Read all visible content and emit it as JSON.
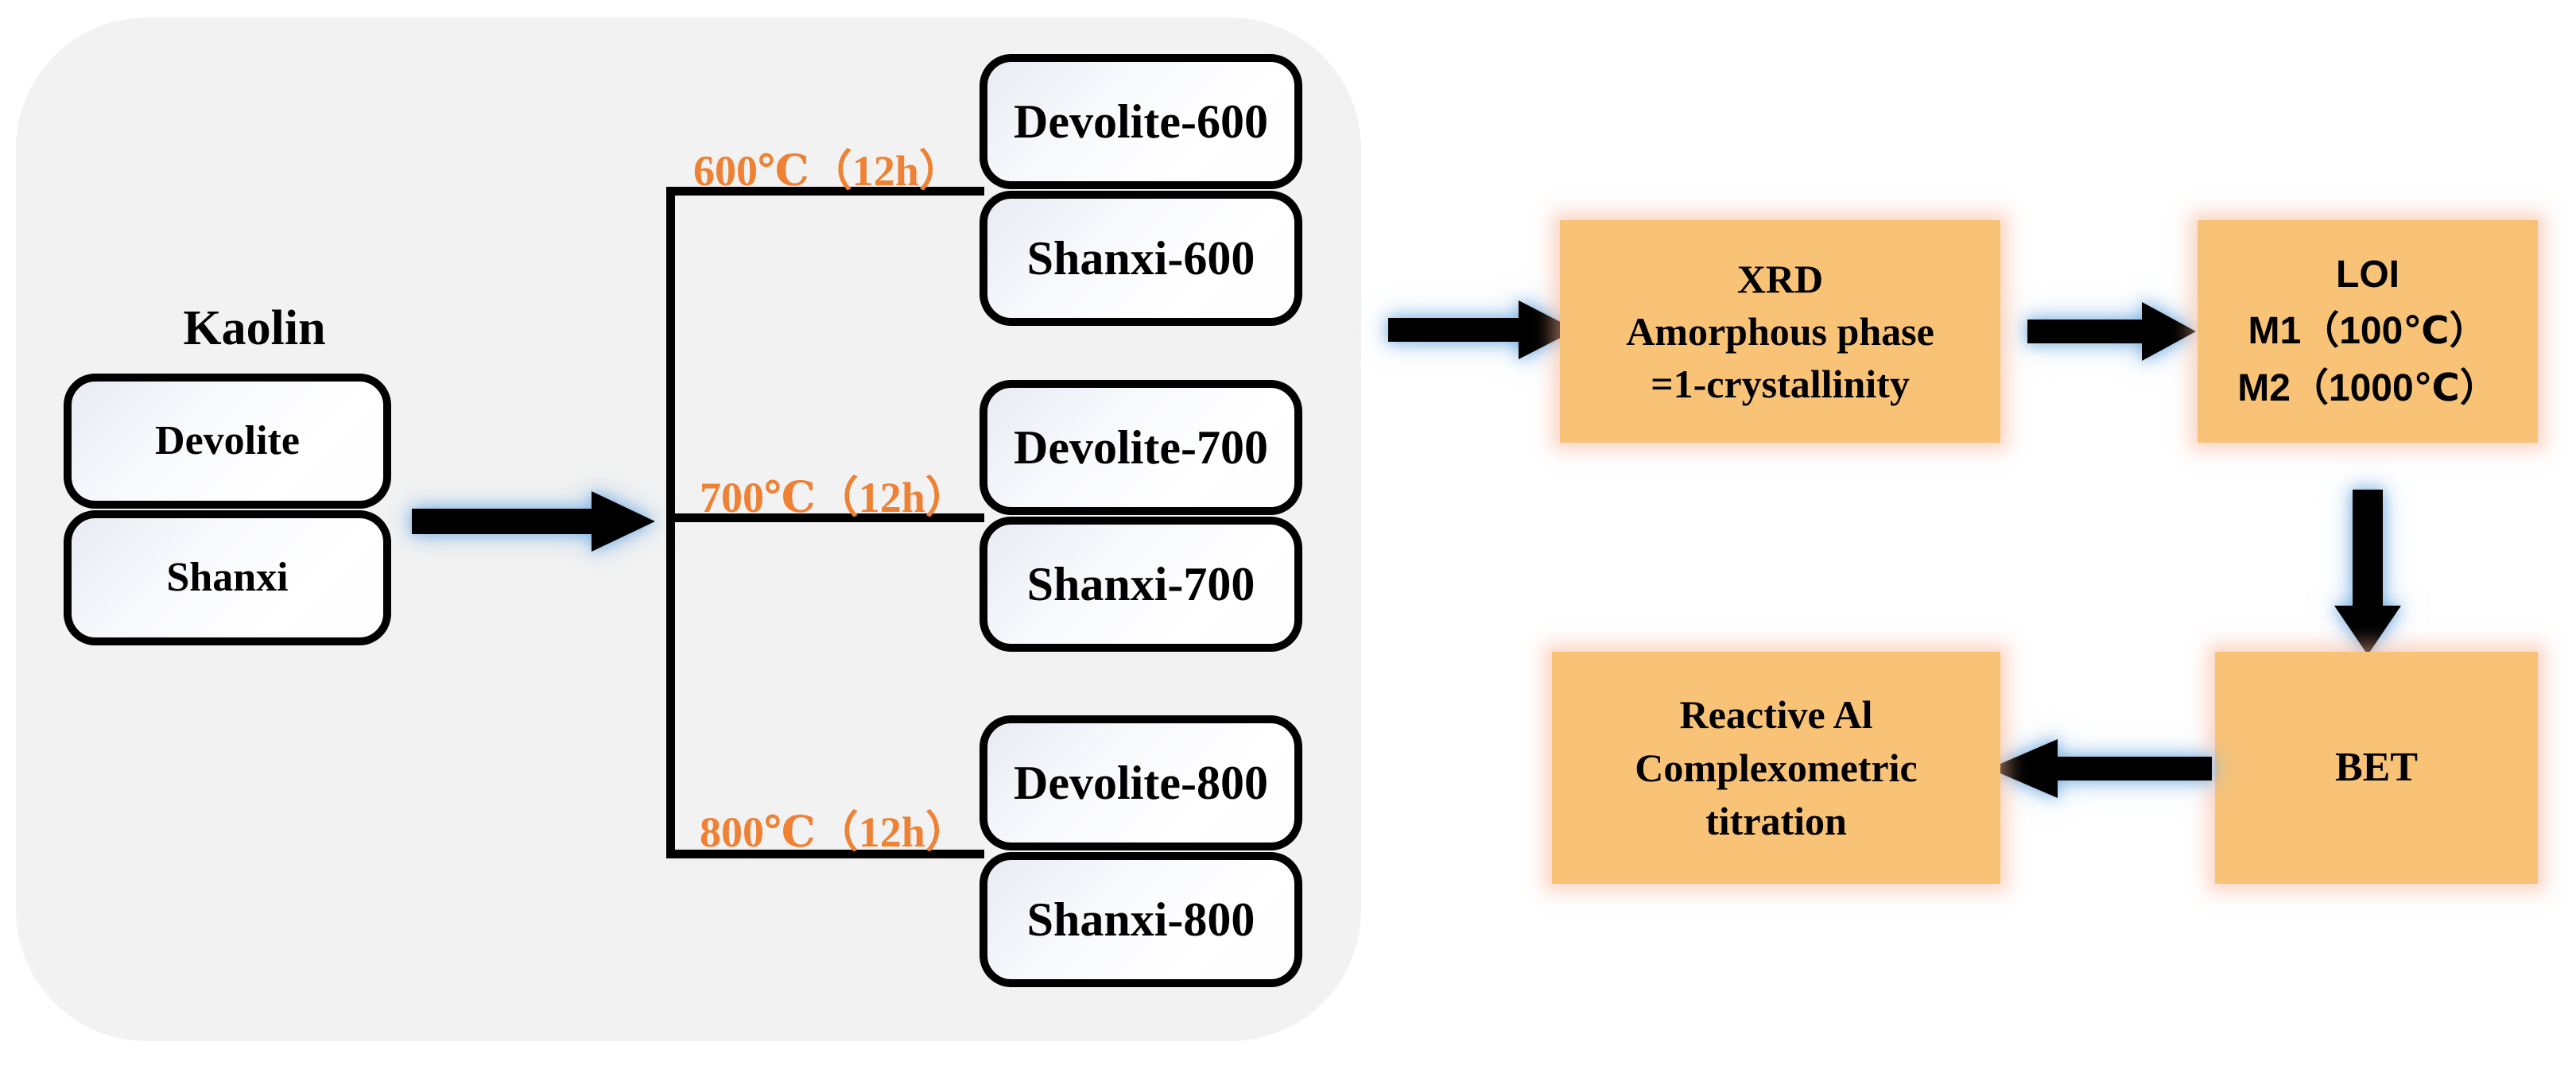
{
  "diagram": {
    "title_kaolin": "Kaolin",
    "raw_materials": [
      {
        "label": "Devolite"
      },
      {
        "label": "Shanxi"
      }
    ],
    "calcination_branches": [
      {
        "condition": "600℃（12h）",
        "temperature": "600",
        "unit": "℃",
        "duration": "12h",
        "products": [
          {
            "label": "Devolite-600"
          },
          {
            "label": "Shanxi-600"
          }
        ]
      },
      {
        "condition": "700℃（12h）",
        "temperature": "700",
        "unit": "℃",
        "duration": "12h",
        "products": [
          {
            "label": "Devolite-700"
          },
          {
            "label": "Shanxi-700"
          }
        ]
      },
      {
        "condition": "800℃（12h）",
        "temperature": "800",
        "unit": "℃",
        "duration": "12h",
        "products": [
          {
            "label": "Devolite-800"
          },
          {
            "label": "Shanxi-800"
          }
        ]
      }
    ],
    "characterization": [
      {
        "id": "xrd",
        "lines": [
          "XRD",
          "Amorphous phase",
          "=1-crystallinity"
        ]
      },
      {
        "id": "loi",
        "lines": [
          "LOI",
          "M1（100℃）",
          "M2（1000℃）"
        ]
      },
      {
        "id": "bet",
        "lines": [
          "BET"
        ]
      },
      {
        "id": "reactive-al",
        "lines": [
          "Reactive Al",
          "Complexometric",
          "titration"
        ]
      }
    ],
    "arrows": [
      {
        "id": "raw-to-branches",
        "direction": "right"
      },
      {
        "id": "samples-to-xrd",
        "direction": "right"
      },
      {
        "id": "xrd-to-loi",
        "direction": "right"
      },
      {
        "id": "loi-to-bet",
        "direction": "down"
      },
      {
        "id": "bet-to-reactive-al",
        "direction": "left"
      }
    ],
    "colors": {
      "panel_background": "#F2F2F2",
      "process_box_fill": "#F8C377",
      "process_box_glow": "#F6B296",
      "temperature_label": "#EE8134",
      "box_border": "#000000",
      "arrow_fill": "#000000",
      "arrow_glow": "#78AFE1",
      "page_background": "#FFFFFF"
    }
  }
}
